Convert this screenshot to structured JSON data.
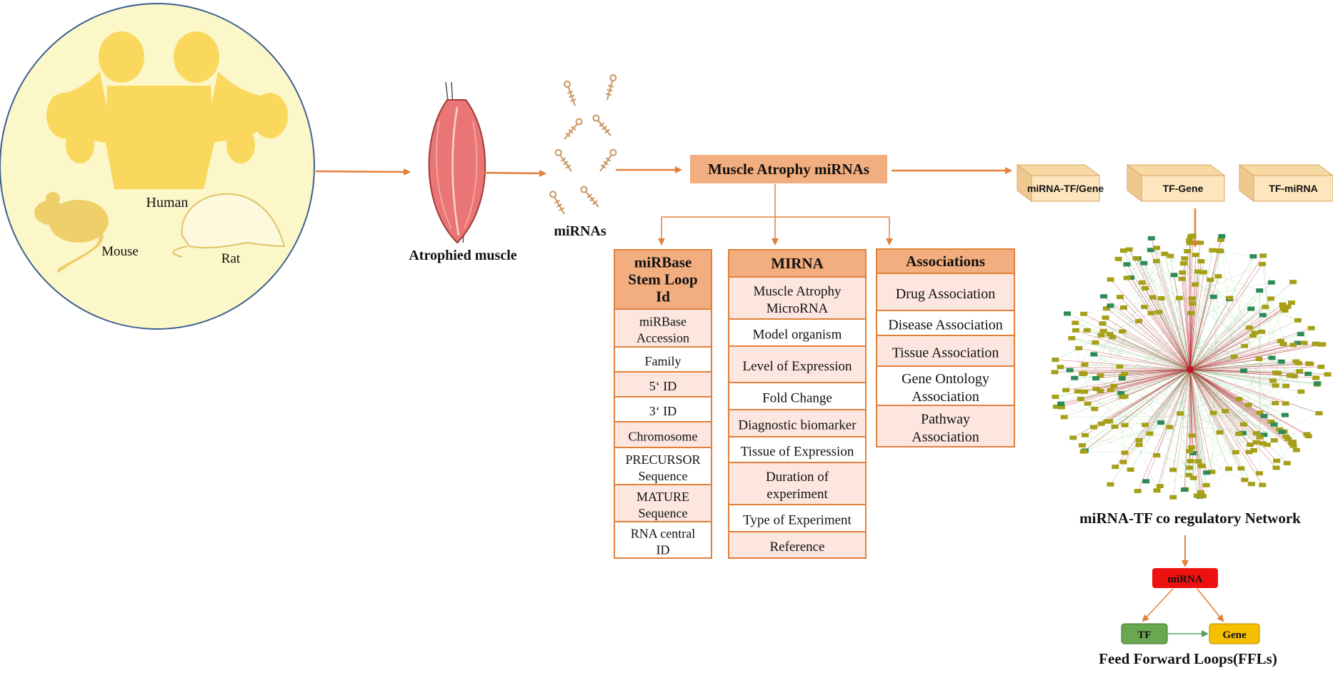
{
  "species": {
    "human": "Human",
    "mouse": "Mouse",
    "rat": "Rat"
  },
  "atrophied_muscle": "Atrophied muscle",
  "mirnas": "miRNAs",
  "main_box": "Muscle Atrophy miRNAs",
  "db_boxes": [
    "miRNA-TF/Gene",
    "TF-Gene",
    "TF-miRNA"
  ],
  "col1": {
    "header": [
      "miRBase",
      "Stem Loop",
      "Id"
    ],
    "rows": [
      [
        "miRBase",
        "Accession"
      ],
      [
        "Family"
      ],
      [
        "5‘ ID"
      ],
      [
        "3‘ ID"
      ],
      [
        "Chromosome"
      ],
      [
        "PRECURSOR",
        "Sequence"
      ],
      [
        "MATURE",
        "Sequence"
      ],
      [
        "RNA central",
        "ID"
      ]
    ]
  },
  "col2": {
    "header": [
      "MIRNA"
    ],
    "rows": [
      [
        "Muscle Atrophy",
        "MicroRNA"
      ],
      [
        "Model organism"
      ],
      [
        "Level of Expression"
      ],
      [
        "Fold Change"
      ],
      [
        "Diagnostic biomarker"
      ],
      [
        "Tissue of Expression"
      ],
      [
        "Duration of",
        "experiment"
      ],
      [
        "Type of Experiment"
      ],
      [
        "Reference"
      ]
    ]
  },
  "col3": {
    "header": [
      "Associations"
    ],
    "rows": [
      [
        "Drug Association"
      ],
      [
        "Disease Association"
      ],
      [
        "Tissue Association"
      ],
      [
        "Gene Ontology",
        "Association"
      ],
      [
        "Pathway",
        "Association"
      ]
    ]
  },
  "network_caption": "miRNA-TF co regulatory Network",
  "ffl": {
    "mirna": "miRNA",
    "tf": "TF",
    "gene": "Gene",
    "caption": "Feed Forward Loops(FFLs)"
  },
  "colors": {
    "arrow": "#e2803a",
    "circle_fill": "#fbf7c9",
    "circle_stroke": "#3d5f8f",
    "silhouette": "#fad85e",
    "header_fill": "#f3ae80",
    "row_fill_a": "#fce6df",
    "row_fill_b": "#ffffff",
    "box_stroke": "#e2803a",
    "db_front": "#fde6bd",
    "db_top": "#f6d9a3",
    "db_side": "#eec98f",
    "net_red": "#c0152a",
    "net_green": "#6dba6a",
    "net_node": "#a6a018",
    "ffl_mirna": "#ee1111",
    "ffl_tf": "#6aa84f",
    "ffl_gene": "#f5c000"
  }
}
